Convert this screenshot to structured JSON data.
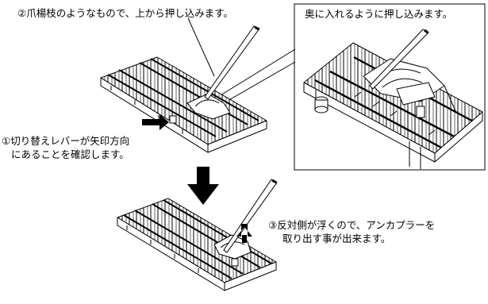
{
  "captions": {
    "step2": "②爪楊枝のようなもので、上から押し込みます。",
    "inset": "奥に入れるように押し込みます。",
    "step1_line1": "①切り替えレバーが矢印方向",
    "step1_line2": "にあることを確認します。",
    "step3_line1": "③反対側が浮くので、アンカプラーを",
    "step3_line2": "取り出す事が出来ます。"
  },
  "colors": {
    "ink": "#000000",
    "paper": "#ffffff"
  },
  "icons": {
    "right_arrow": "arrow-right-icon",
    "down_arrow": "arrow-down-icon",
    "up_arrow": "arrow-up-icon"
  }
}
